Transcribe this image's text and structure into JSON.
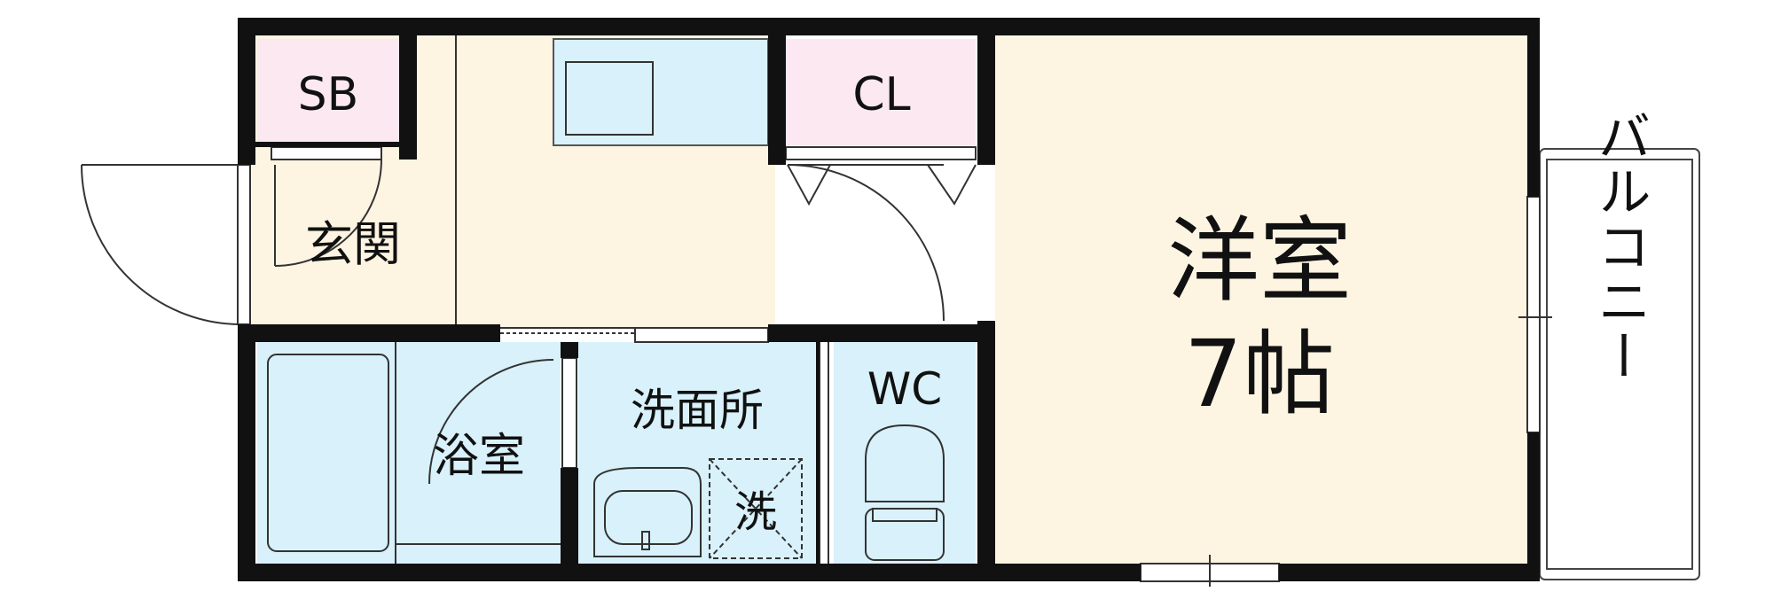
{
  "colors": {
    "wall": "#111111",
    "floor": "#fdf5e2",
    "wet": "#d8f1fa",
    "closet": "#fce8f0",
    "line": "#333333"
  },
  "rooms": {
    "sb": "SB",
    "entrance": "玄関",
    "cl": "CL",
    "western_room": "洋室",
    "western_size": "7帖",
    "bath": "浴室",
    "washroom": "洗面所",
    "wc": "WC",
    "washer": "洗",
    "balcony": "バルコニー"
  }
}
